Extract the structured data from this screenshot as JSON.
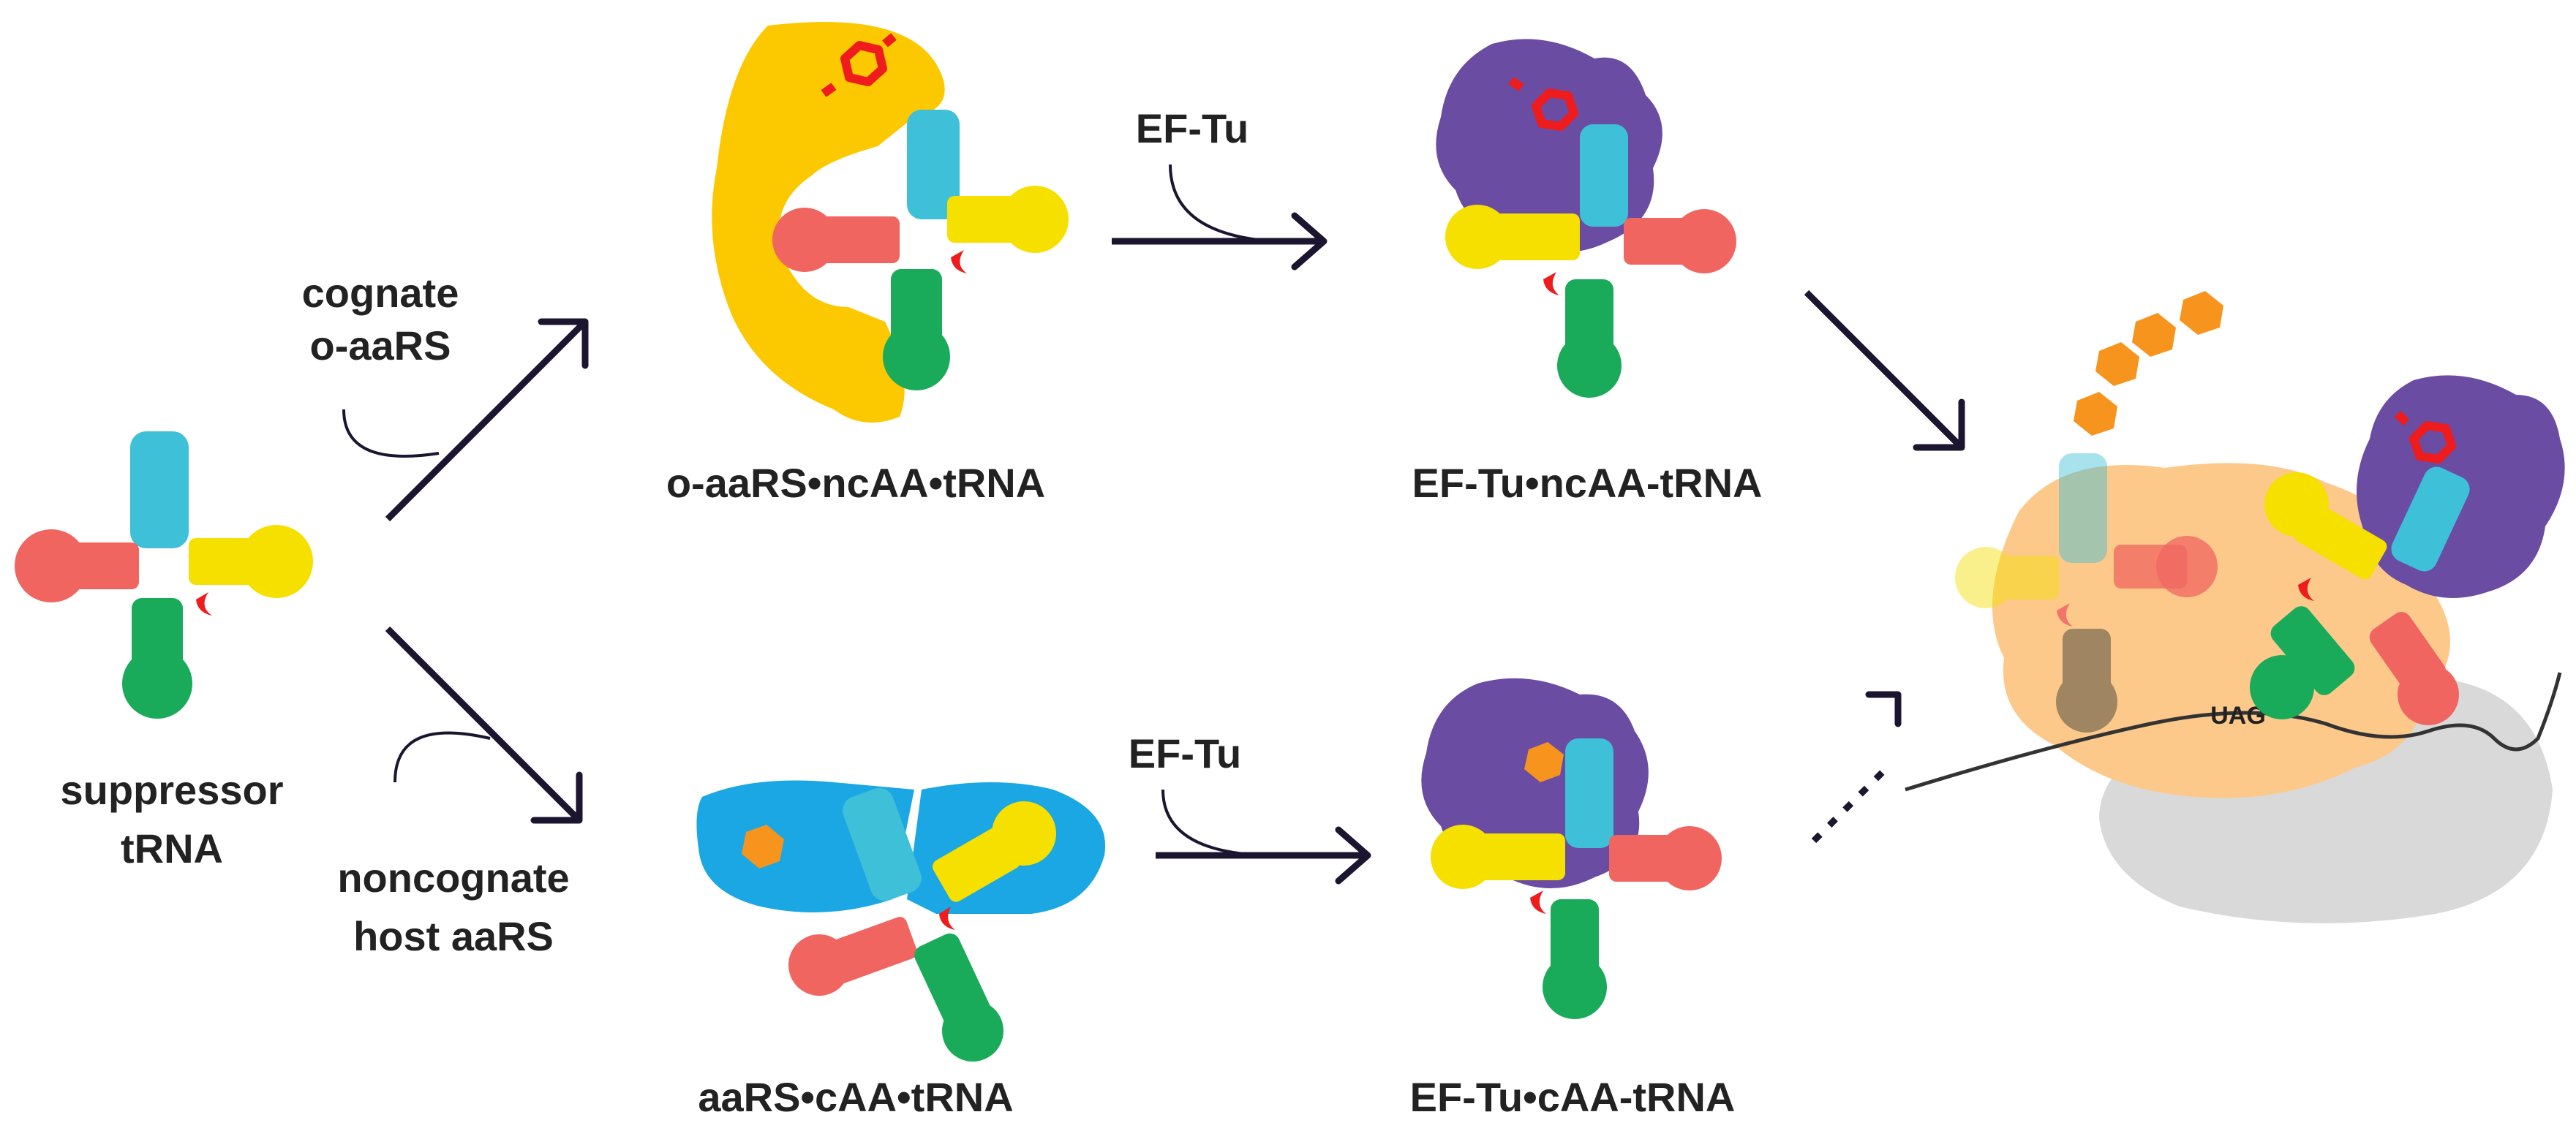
{
  "colors": {
    "acceptor_stem": "#f5e000",
    "d_arm": "#f06560",
    "anticodon_arm": "#1aab5a",
    "t_arm": "#3ec0d8",
    "amino_acid_mark": "#ee1c1c",
    "o_aaRS": "#fcc800",
    "host_aaRS": "#1aa7e4",
    "ef_tu": "#6a4ca3",
    "canonical_aa": "#f7941d",
    "ribosome_large": "#fcc98a",
    "ribosome_small": "#d9d9d9",
    "arrow": "#1c1530"
  },
  "labels": {
    "suppressor_trna": [
      "suppressor",
      "tRNA"
    ],
    "cognate_oaars": [
      "cognate",
      "o-aaRS"
    ],
    "noncognate_host_aars": [
      "noncognate",
      "host aaRS"
    ],
    "ef_tu_top": "EF-Tu",
    "ef_tu_bottom": "EF-Tu",
    "oaars_complex": "o-aaRS•ncAA•tRNA",
    "aars_complex": "aaRS•cAA•tRNA",
    "ef_tu_ncaa": "EF-Tu•ncAA-tRNA",
    "ef_tu_caa": "EF-Tu•cAA-tRNA",
    "codon": "UAG"
  }
}
